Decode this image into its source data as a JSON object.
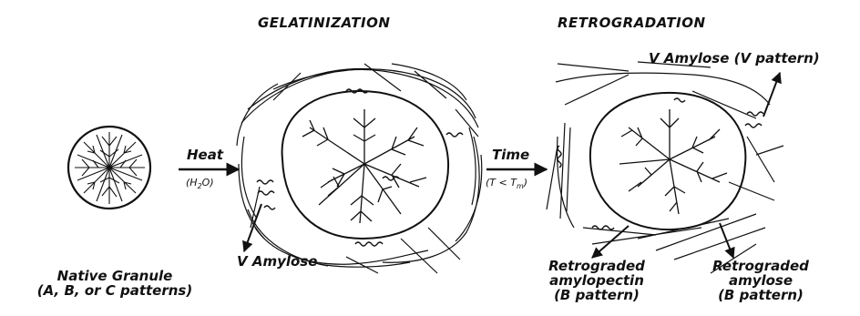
{
  "titles": {
    "gelatinization": "GELATINIZATION",
    "retrogradation": "RETROGRADATION"
  },
  "labels": {
    "native_line1": "Native Granule",
    "native_line2": "(A, B, or C patterns)",
    "v_amylose": "V Amylose",
    "v_amylose_pattern": "V Amylose (V pattern)",
    "retro_amylopectin_1": "Retrograded",
    "retro_amylopectin_2": "amylopectin",
    "retro_amylopectin_3": "(B pattern)",
    "retro_amylose_1": "Retrograded",
    "retro_amylose_2": "amylose",
    "retro_amylose_3": "(B pattern)"
  },
  "arrows": {
    "heat_label": "Heat",
    "heat_sub_prefix": "(H",
    "heat_sub_index": "2",
    "heat_sub_suffix": "O)",
    "time_label": "Time",
    "time_sub_prefix": "(T < T",
    "time_sub_index": "m",
    "time_sub_suffix": ")"
  },
  "colors": {
    "ink": "#111111",
    "background": "#ffffff"
  }
}
